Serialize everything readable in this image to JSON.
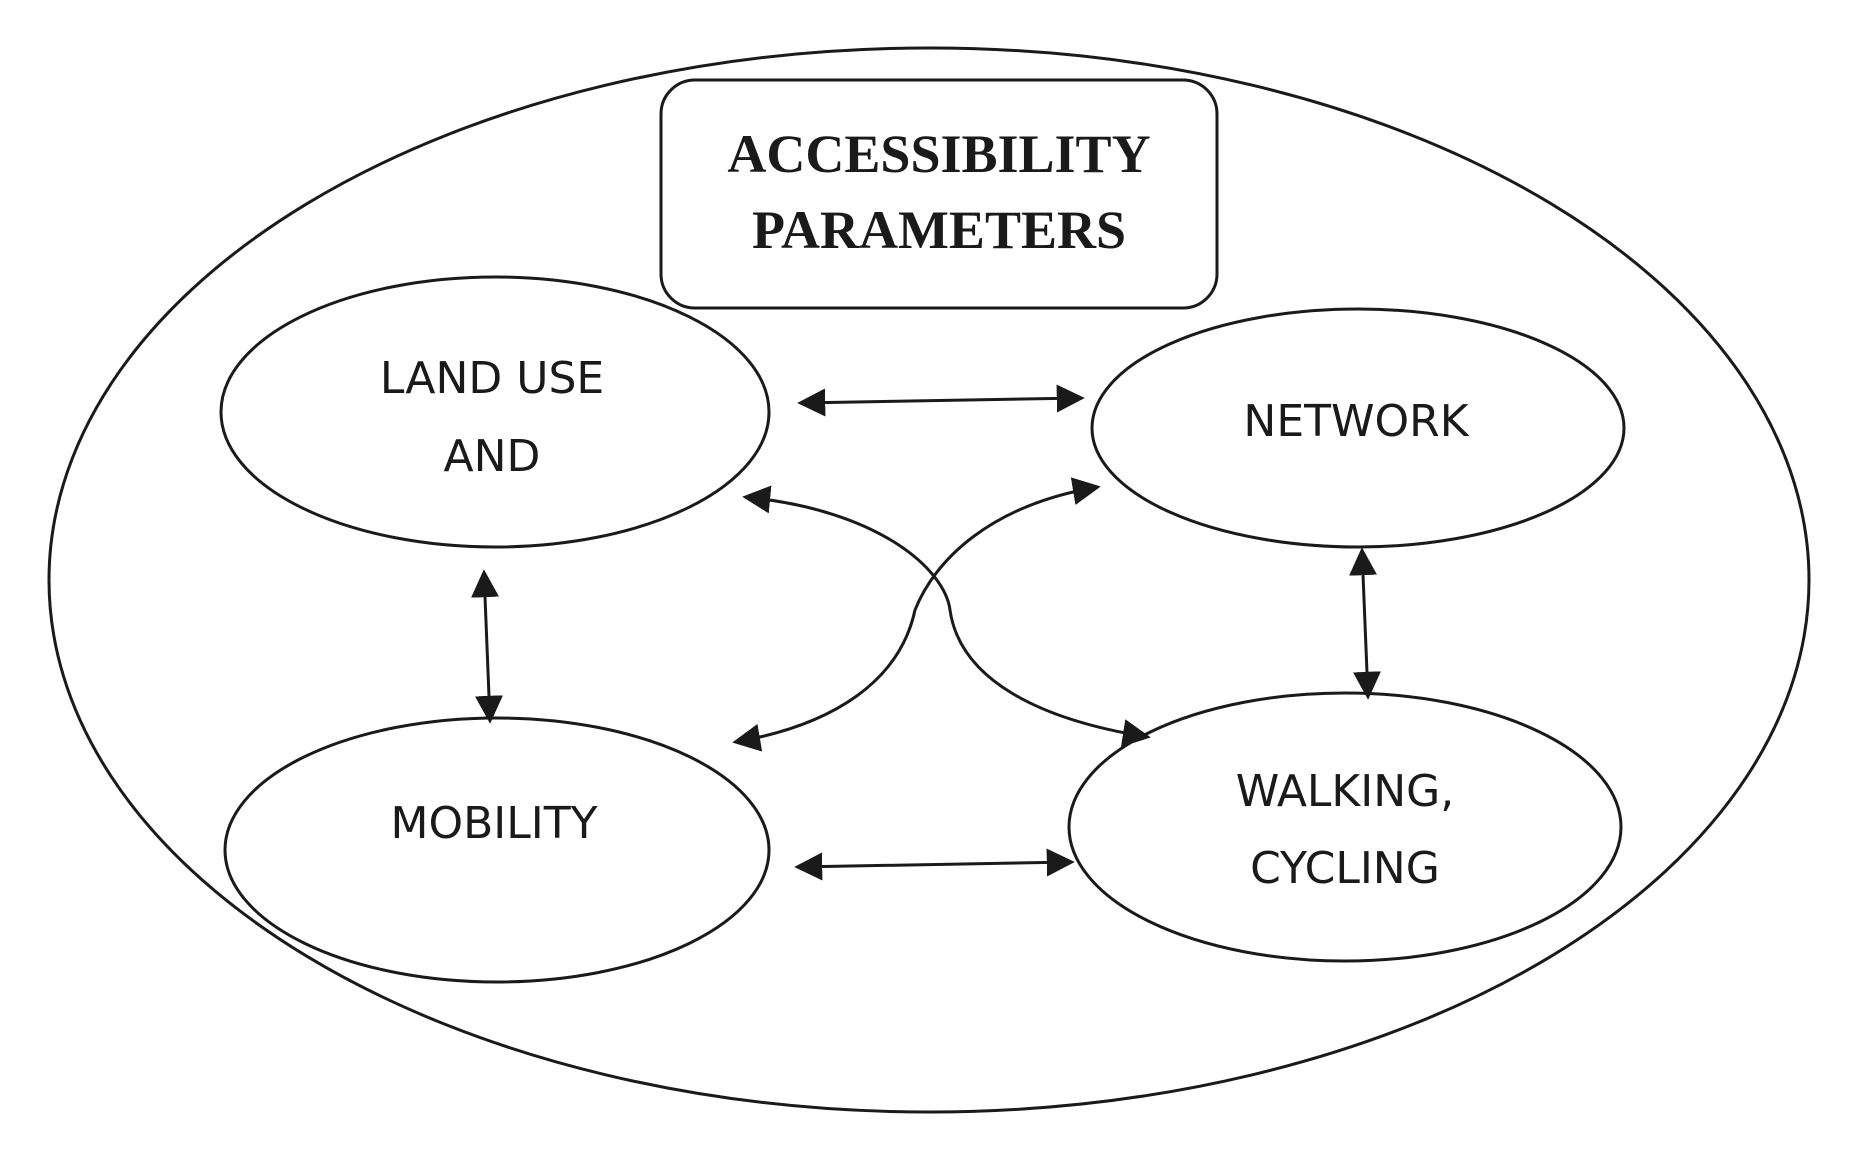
{
  "title": {
    "line1": "ACCESSIBILITY",
    "line2": "PARAMETERS"
  },
  "nodes": {
    "land_use": {
      "line1": "LAND USE",
      "line2": "AND"
    },
    "network": {
      "line1": "NETWORK"
    },
    "mobility": {
      "line1": "MOBILITY"
    },
    "walking_cycling": {
      "line1": "WALKING,",
      "line2": "CYCLING"
    }
  },
  "connections": [
    {
      "from": "land_use",
      "to": "network",
      "bidirectional": true
    },
    {
      "from": "mobility",
      "to": "walking_cycling",
      "bidirectional": true
    },
    {
      "from": "land_use",
      "to": "mobility",
      "bidirectional": true
    },
    {
      "from": "network",
      "to": "walking_cycling",
      "bidirectional": true
    },
    {
      "from": "land_use",
      "to": "walking_cycling",
      "bidirectional": true
    },
    {
      "from": "network",
      "to": "mobility",
      "bidirectional": true
    }
  ]
}
